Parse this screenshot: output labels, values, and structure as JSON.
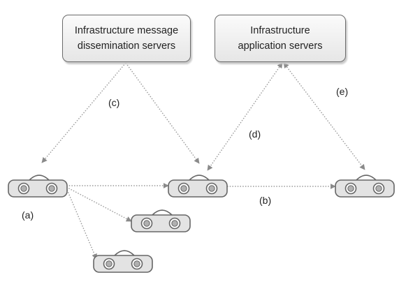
{
  "servers": {
    "dissemination": {
      "line1": "Infrastructure message",
      "line2": "dissemination servers"
    },
    "application": {
      "line1": "Infrastructure",
      "line2": "application servers"
    }
  },
  "labels": {
    "a": "(a)",
    "b": "(b)",
    "c": "(c)",
    "d": "(d)",
    "e": "(e)"
  },
  "colors": {
    "arrow": "#999999",
    "car_body": "#e3e3e3",
    "car_outline": "#666666",
    "server_border": "#6b6b6b"
  }
}
